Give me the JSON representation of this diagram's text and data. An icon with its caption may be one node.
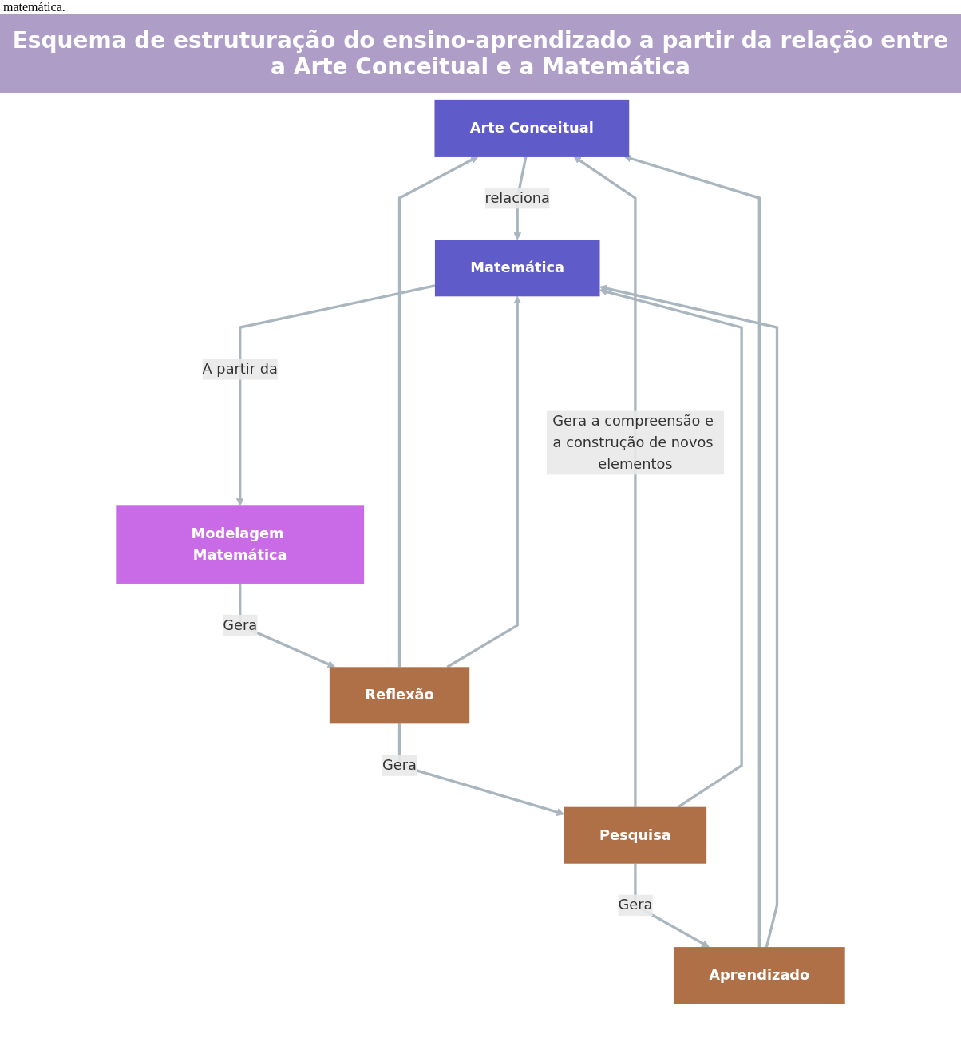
{
  "diagram": {
    "title": "Esquema de estruturação do ensino-aprendizado a partir da relação entre a Arte Conceitual e a Matemática",
    "nodes": [
      {
        "text": [
          "Arte Conceitual"
        ]
      },
      {
        "text": [
          "Matemática"
        ]
      },
      {
        "text": [
          "Modelagem Matemática"
        ]
      },
      {
        "text": [
          "Reflexão"
        ]
      },
      {
        "text": [
          "Pesquisa"
        ]
      },
      {
        "text": [
          "Aprendizado"
        ]
      }
    ],
    "edges": [
      {
        "from": 0,
        "to": 1,
        "label": "relaciona",
        "arrow": "to"
      },
      {
        "from": 1,
        "to": 2,
        "label": "A partir da",
        "arrow": "to"
      },
      {
        "from": 2,
        "to": 3,
        "label": "Gera",
        "arrow": "to"
      },
      {
        "from": 3,
        "to": 4,
        "label": "Gera",
        "arrow": "to"
      },
      {
        "from": 4,
        "to": 5,
        "label": "Gera",
        "arrow": "to"
      },
      {
        "from": 4,
        "to": 0,
        "label": "Gera a compreensão e a construção de novos elementos",
        "arrow": "to"
      },
      {
        "from": 4,
        "to": 1,
        "arrow": "to"
      },
      {
        "from": 3,
        "to": 0,
        "arrow": "to"
      },
      {
        "from": 3,
        "to": 1,
        "arrow": "to"
      },
      {
        "from": 5,
        "to": 0,
        "arrow": "to"
      },
      {
        "from": 5,
        "to": 1,
        "arrow": "to"
      }
    ],
    "labels": [
      "matemática."
    ]
  }
}
